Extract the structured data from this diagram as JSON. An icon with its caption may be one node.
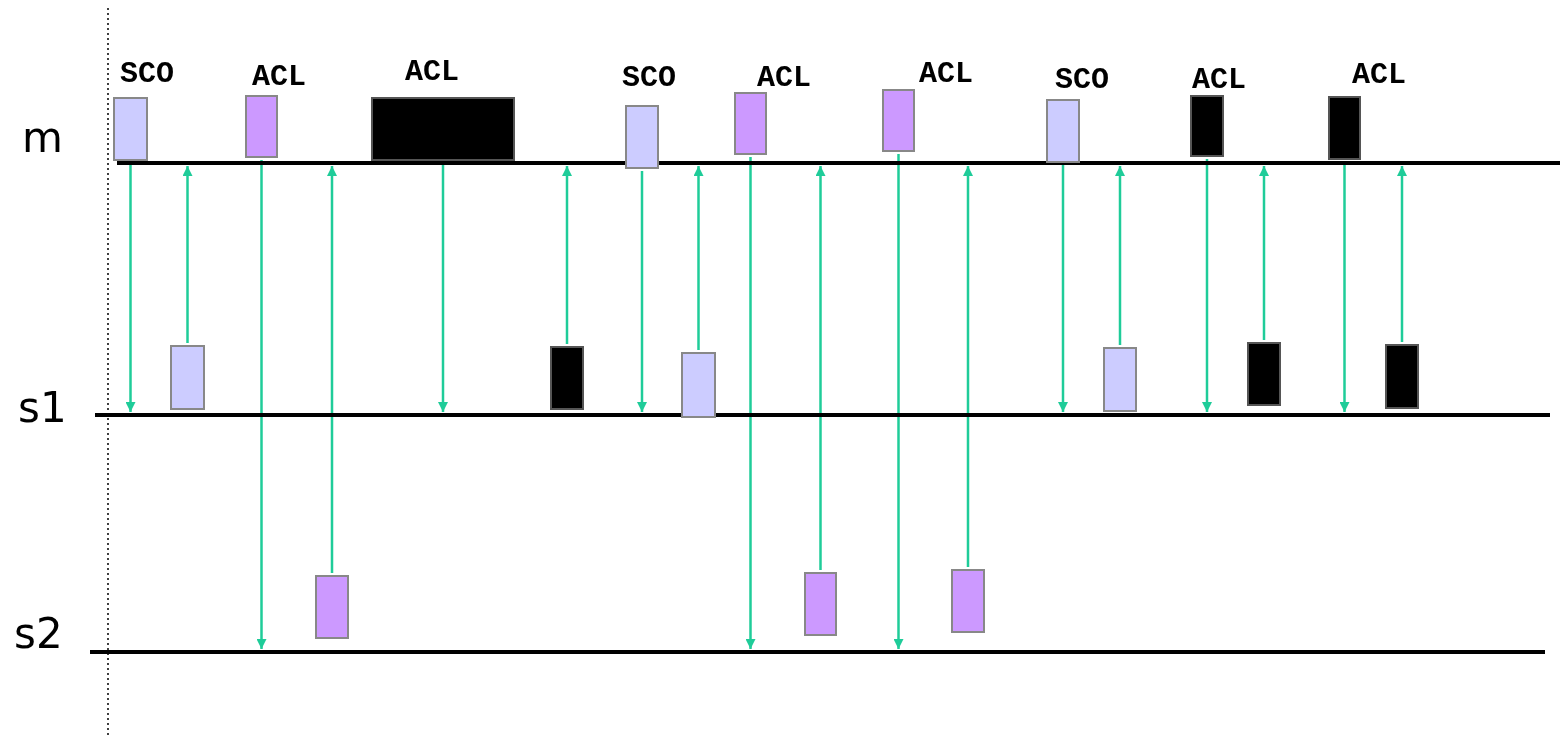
{
  "diagram": {
    "nodes": [
      {
        "text": [
          "m"
        ]
      },
      {
        "text": [
          "SCO"
        ]
      },
      {
        "text": [
          "ACL"
        ]
      },
      {
        "text": [
          "ACL"
        ]
      },
      {
        "text": [
          "SCO"
        ]
      },
      {
        "text": [
          "ACL"
        ]
      },
      {
        "text": [
          "ACL"
        ]
      },
      {
        "text": [
          "SCO"
        ]
      },
      {
        "text": [
          "ACL"
        ]
      },
      {
        "text": [
          "ACL"
        ]
      },
      {
        "text": [
          "s1"
        ]
      },
      {
        "text": [],
        "shape": "box"
      },
      {
        "text": [],
        "shape": "box"
      },
      {
        "text": [],
        "shape": "box"
      },
      {
        "text": [],
        "shape": "box"
      },
      {
        "text": [],
        "shape": "box"
      },
      {
        "text": [],
        "shape": "box"
      },
      {
        "text": [
          "s2"
        ]
      },
      {
        "text": [],
        "shape": "box"
      },
      {
        "text": [],
        "shape": "box"
      },
      {
        "text": [],
        "shape": "box"
      }
    ],
    "edges": [
      {
        "from": 1,
        "to": 10,
        "arrow": "to"
      },
      {
        "from": 11,
        "to": 0,
        "arrow": "to"
      },
      {
        "from": 2,
        "to": 17,
        "arrow": "to"
      },
      {
        "from": 18,
        "to": 0,
        "arrow": "to"
      },
      {
        "from": 3,
        "to": 10,
        "arrow": "to"
      },
      {
        "from": 12,
        "to": 0,
        "arrow": "to"
      },
      {
        "from": 4,
        "to": 10,
        "arrow": "to"
      },
      {
        "from": 13,
        "to": 0,
        "arrow": "to"
      },
      {
        "from": 5,
        "to": 17,
        "arrow": "to"
      },
      {
        "from": 19,
        "to": 0,
        "arrow": "to"
      },
      {
        "from": 6,
        "to": 17,
        "arrow": "to"
      },
      {
        "from": 20,
        "to": 0,
        "arrow": "to"
      },
      {
        "from": 7,
        "to": 10,
        "arrow": "to"
      },
      {
        "from": 14,
        "to": 0,
        "arrow": "to"
      },
      {
        "from": 8,
        "to": 10,
        "arrow": "to"
      },
      {
        "from": 15,
        "to": 0,
        "arrow": "to"
      },
      {
        "from": 9,
        "to": 10,
        "arrow": "to"
      },
      {
        "from": 16,
        "to": 0,
        "arrow": "to"
      }
    ]
  }
}
